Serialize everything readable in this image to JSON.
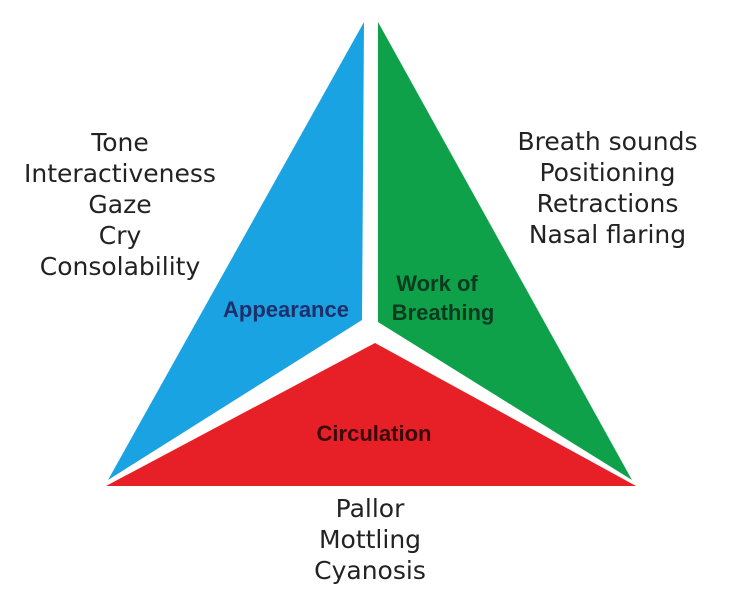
{
  "colors": {
    "appearance": "#1aa3e3",
    "work_of_breathing": "#0ea14a",
    "circulation": "#e71f27",
    "label_blue": "#1e2f6a",
    "label_green": "#0b3a1e",
    "label_red": "#3a0a0a"
  },
  "segments": {
    "appearance": {
      "label": "Appearance"
    },
    "work_of_breathing": {
      "line1": "Work of",
      "line2": "Breathing"
    },
    "circulation": {
      "label": "Circulation"
    }
  },
  "lists": {
    "appearance": [
      "Tone",
      "Interactiveness",
      "Gaze",
      "Cry",
      "Consolability"
    ],
    "work_of_breathing": [
      "Breath sounds",
      "Positioning",
      "Retractions",
      "Nasal flaring"
    ],
    "circulation": [
      "Pallor",
      "Mottling",
      "Cyanosis"
    ]
  }
}
